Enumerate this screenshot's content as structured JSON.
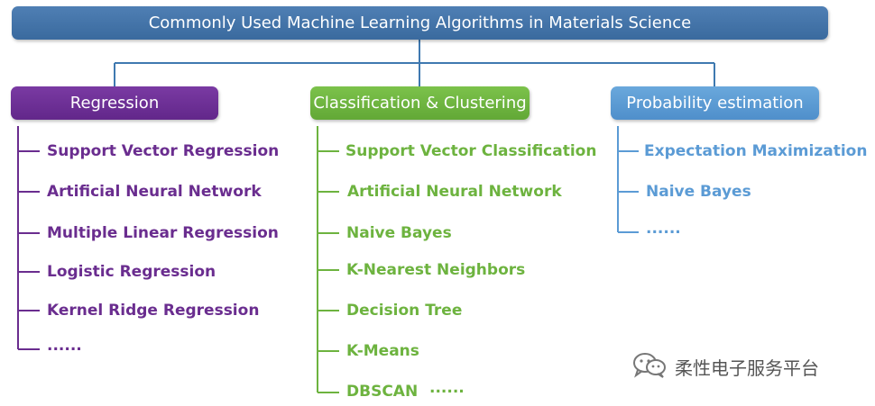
{
  "title": "Commonly Used Machine Learning Algorithms in Materials Science",
  "colors": {
    "title_bg": "#4677ab",
    "connector": "#3f79b0",
    "regression": "#6a2d8f",
    "classification": "#6db33f",
    "probability": "#5b9bd5"
  },
  "categories": [
    {
      "label": "Regression",
      "items": [
        "Support Vector Regression",
        "Artificial Neural Network",
        "Multiple Linear Regression",
        "Logistic Regression",
        "Kernel Ridge Regression",
        "......"
      ]
    },
    {
      "label": "Classification & Clustering",
      "items": [
        "Support Vector Classification",
        "Artificial Neural Network",
        "Naive Bayes",
        "K-Nearest Neighbors",
        "Decision Tree",
        "K-Means",
        "DBSCAN"
      ],
      "trailing": "......"
    },
    {
      "label": "Probability estimation",
      "items": [
        "Expectation Maximization",
        "Naive Bayes",
        "......"
      ]
    }
  ],
  "watermark": {
    "icon": "wechat-icon",
    "text": "柔性电子服务平台"
  }
}
